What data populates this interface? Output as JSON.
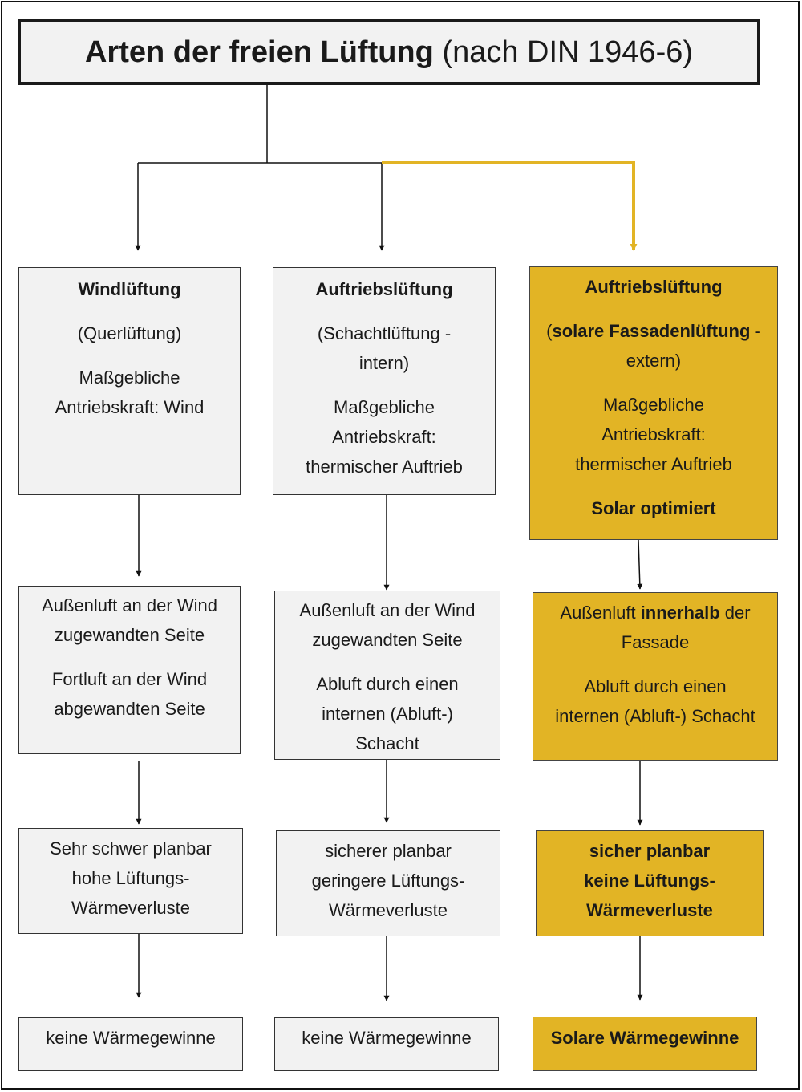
{
  "title": {
    "main": "Arten der freien Lüftung",
    "sub": "(nach DIN 1946-6)"
  },
  "colors": {
    "accent": "#e2b425",
    "box": "#f2f2f2",
    "line": "#111111"
  },
  "columns": [
    {
      "type_box": {
        "heading": "Windlüftung",
        "subtitle": "(Querlüftung)",
        "force_1": "Maßgebliche",
        "force_2": "Antriebskraft: Wind"
      },
      "air_box": {
        "line_1": "Außenluft an der Wind",
        "line_2": "zugewandten Seite",
        "line_3": "Fortluft an der Wind",
        "line_4": "abgewandten Seite"
      },
      "planning_box": {
        "line_1": "Sehr schwer planbar",
        "line_2": "hohe Lüftungs-",
        "line_3": "Wärmeverluste"
      },
      "gain_box": {
        "text": "keine Wärmegewinne"
      }
    },
    {
      "type_box": {
        "heading": "Auftriebslüftung",
        "subtitle_1": "(Schachtlüftung -",
        "subtitle_2": "intern)",
        "force_1": "Maßgebliche",
        "force_2": "Antriebskraft:",
        "force_3": "thermischer Auftrieb"
      },
      "air_box": {
        "line_1": "Außenluft an der Wind",
        "line_2": "zugewandten Seite",
        "line_3": "Abluft durch einen",
        "line_4": "internen (Abluft-)",
        "line_5": "Schacht"
      },
      "planning_box": {
        "line_1": "sicherer planbar",
        "line_2": "geringere Lüftungs-",
        "line_3": "Wärmeverluste"
      },
      "gain_box": {
        "text": "keine Wärmegewinne"
      }
    },
    {
      "type_box": {
        "heading": "Auftriebslüftung",
        "subtitle_1_open": "(",
        "subtitle_1_bold": "solare Fassadenlüftung",
        "subtitle_1_rest": " -",
        "subtitle_2": "extern)",
        "force_1": "Maßgebliche",
        "force_2": "Antriebskraft:",
        "force_3": "thermischer Auftrieb",
        "solar": "Solar optimiert"
      },
      "air_box": {
        "line_1_pre": "Außenluft ",
        "line_1_bold": "innerhalb",
        "line_1_post": " der",
        "line_2": "Fassade",
        "line_3": "Abluft durch einen",
        "line_4": "internen (Abluft-) Schacht"
      },
      "planning_box": {
        "line_1": "sicher planbar",
        "line_2": "keine Lüftungs-",
        "line_3": "Wärmeverluste"
      },
      "gain_box": {
        "text": "Solare Wärmegewinne"
      }
    }
  ]
}
